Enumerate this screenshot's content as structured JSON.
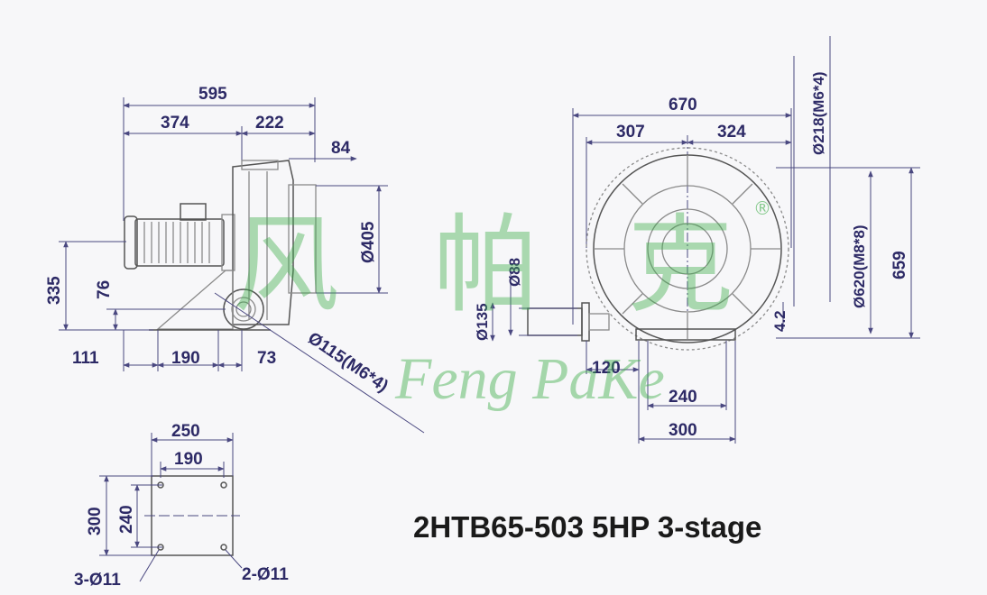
{
  "title": "2HTB65-503 5HP 3-stage",
  "watermark": {
    "chinese": [
      "风",
      "帕",
      "克"
    ],
    "latin": "Feng PaKe",
    "registered": "®",
    "color": "#3fae4a"
  },
  "side_view": {
    "dims": {
      "total_length": "595",
      "motor_length": "374",
      "housing_length": "222",
      "flange_offset": "84",
      "outlet_flange_dia": "Ø405",
      "center_height": "335",
      "base_height": "76",
      "base_left": "111",
      "base_mid": "190",
      "base_right": "73",
      "inlet_flange": "Ø115(M6*4)"
    }
  },
  "front_view": {
    "dims": {
      "total_width": "670",
      "left_width": "307",
      "right_width": "324",
      "top_flange": "Ø218(M6*4)",
      "pcd": "Ø620(M8*8)",
      "total_height": "659",
      "outlet_dia": "Ø88",
      "outlet_flange": "Ø135",
      "base_offset": "4.2",
      "outlet_offset": "120",
      "base_inner": "240",
      "base_outer": "300"
    },
    "accent_color": "#8ed0e8"
  },
  "base_plate": {
    "dims": {
      "outer_width": "250",
      "inner_width": "190",
      "outer_length": "300",
      "inner_length": "240",
      "holes_left": "3-Ø11",
      "holes_right": "2-Ø11"
    }
  }
}
